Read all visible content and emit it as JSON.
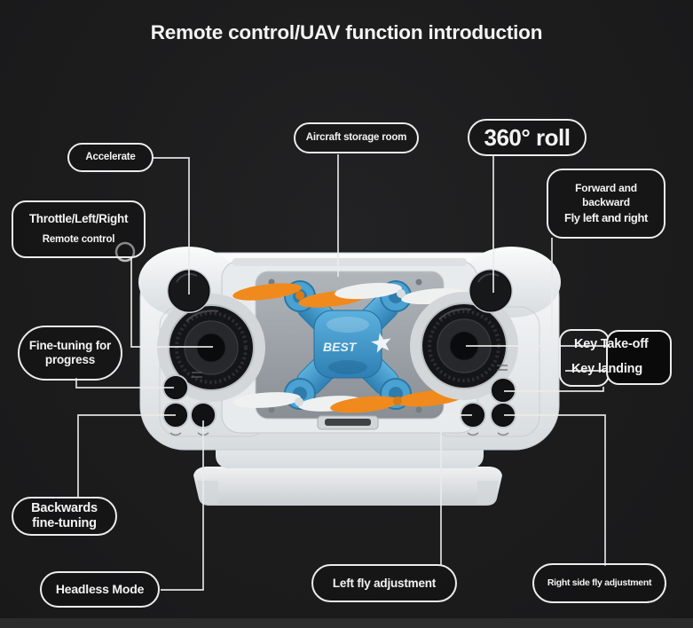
{
  "title": "Remote control/UAV function introduction",
  "labels": {
    "accelerate": "Accelerate",
    "throttle_line1": "Throttle/Left/Right",
    "throttle_line2": "Remote control",
    "aircraft_storage": "Aircraft storage room",
    "roll_360": "360° roll",
    "forward_backward": "Forward and backward",
    "fly_left_right": "Fly left and right",
    "key_takeoff": "Key Take-off",
    "key_landing": "Key landing",
    "fine_tuning_line1": "Fine-tuning for",
    "fine_tuning_line2": "progress",
    "backwards_line1": "Backwards",
    "backwards_line2": "fine-tuning",
    "headless_mode": "Headless Mode",
    "left_fly": "Left fly adjustment",
    "right_fly": "Right side fly adjustment"
  },
  "device": {
    "brand": "BEST",
    "colors": {
      "drone_blue": "#3f97c9",
      "prop_orange": "#f08a1d",
      "prop_white": "#eff1f1",
      "controller_body": "#e9ecee",
      "leader_line": "#ebebeb",
      "background": "#1d1d1e"
    }
  }
}
